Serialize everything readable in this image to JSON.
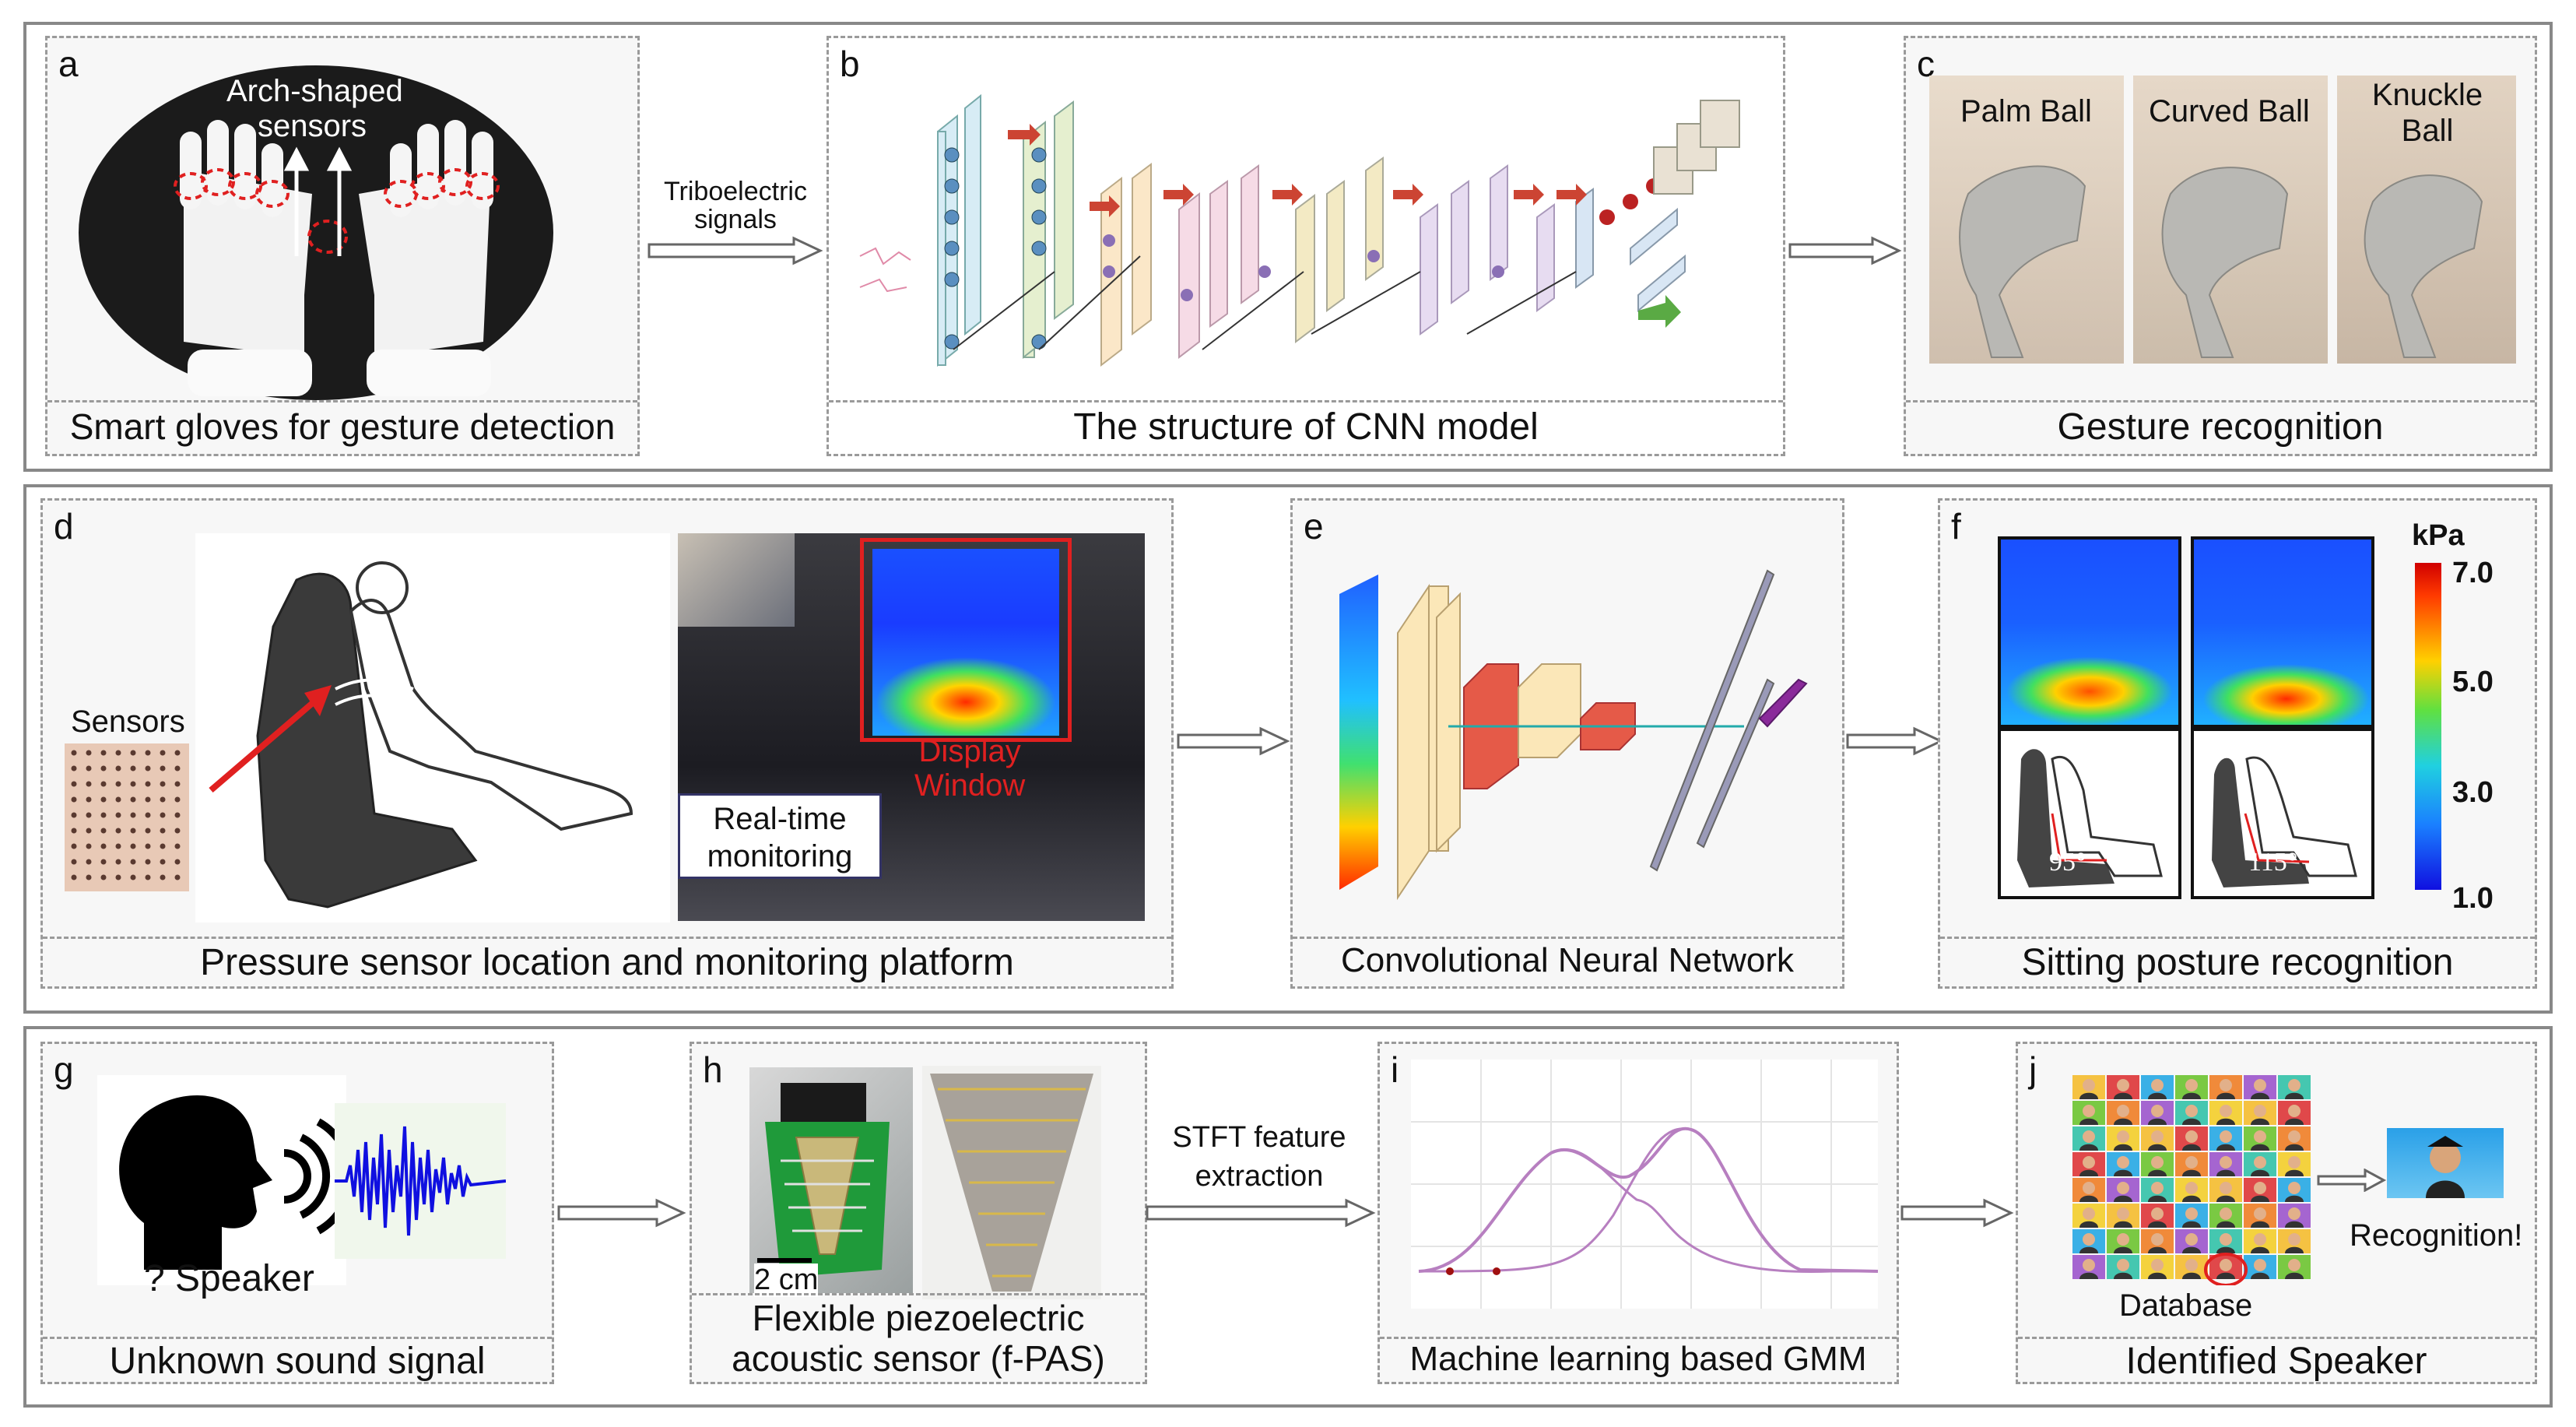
{
  "row1": {
    "a": {
      "letter": "a",
      "sensor_label_line1": "Arch-shaped",
      "sensor_label_line2": "sensors",
      "caption": "Smart gloves for gesture detection"
    },
    "arrow_ab": {
      "line1": "Triboelectric",
      "line2": "signals"
    },
    "b": {
      "letter": "b",
      "caption": "The structure of CNN model"
    },
    "c": {
      "letter": "c",
      "photo1": "Palm Ball",
      "photo2": "Curved Ball",
      "photo3_line1": "Knuckle",
      "photo3_line2": "Ball",
      "caption": "Gesture recognition"
    }
  },
  "row2": {
    "d": {
      "letter": "d",
      "sensors_label": "Sensors",
      "display_line1": "Display",
      "display_line2": "Window",
      "realtime_line1": "Real-time",
      "realtime_line2": "monitoring",
      "caption": "Pressure sensor location and monitoring platform"
    },
    "e": {
      "letter": "e",
      "caption": "Convolutional Neural Network"
    },
    "f": {
      "letter": "f",
      "unit": "kPa",
      "ticks": [
        "7.0",
        "5.0",
        "3.0",
        "1.0"
      ],
      "angle1": "95°",
      "angle2": "115°",
      "caption": "Sitting posture recognition"
    }
  },
  "row3": {
    "g": {
      "letter": "g",
      "speaker": "? Speaker",
      "caption": "Unknown sound signal"
    },
    "h": {
      "letter": "h",
      "scale": "2 cm",
      "caption_line1": "Flexible piezoelectric",
      "caption_line2": "acoustic sensor (f-PAS)"
    },
    "arrow_hi": {
      "line1": "STFT feature",
      "line2": "extraction"
    },
    "i": {
      "letter": "i",
      "caption": "Machine learning based GMM"
    },
    "j": {
      "letter": "j",
      "database": "Database",
      "recognition": "Recognition!",
      "caption": "Identified Speaker"
    }
  },
  "colors": {
    "accent_red": "#e02020",
    "heat_blue": "#1a3cff",
    "heat_red": "#ff2a00",
    "gmm_purple": "#b77fc0"
  }
}
